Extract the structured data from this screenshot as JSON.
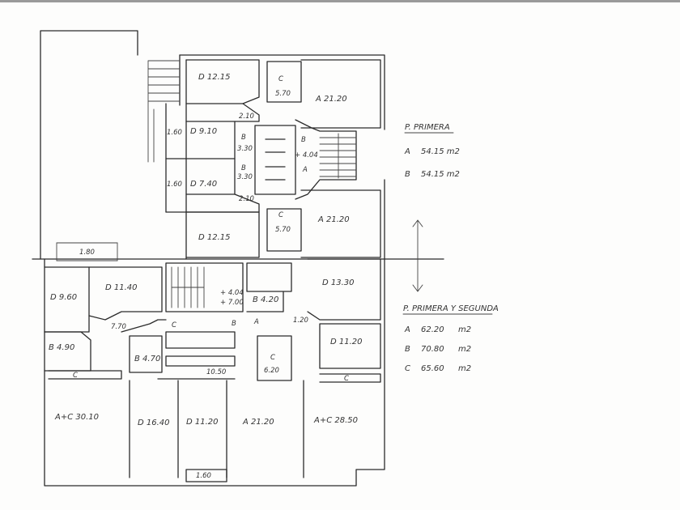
{
  "upper_floor": {
    "rooms": [
      {
        "id": "u-d-top",
        "text": "D  12.15"
      },
      {
        "id": "u-c-top",
        "text": "C"
      },
      {
        "id": "u-c-top-val",
        "text": "5.70"
      },
      {
        "id": "u-a-top",
        "text": "A  21.20"
      },
      {
        "id": "u-d-9",
        "text": "D  9.10"
      },
      {
        "id": "u-d-7",
        "text": "D  7.40"
      },
      {
        "id": "u-160a",
        "text": "1.60"
      },
      {
        "id": "u-160b",
        "text": "1.60"
      },
      {
        "id": "u-b1",
        "text": "B"
      },
      {
        "id": "u-b1-val",
        "text": "3.30"
      },
      {
        "id": "u-b2",
        "text": "B"
      },
      {
        "id": "u-b2-val",
        "text": "3.30"
      },
      {
        "id": "u-210a",
        "text": "2.10"
      },
      {
        "id": "u-210b",
        "text": "2.10"
      },
      {
        "id": "u-b-stair",
        "text": "B"
      },
      {
        "id": "u-stair-lvl",
        "text": "+ 4.04"
      },
      {
        "id": "u-a-mid",
        "text": "A"
      },
      {
        "id": "u-c-bot",
        "text": "C"
      },
      {
        "id": "u-c-bot-val",
        "text": "5.70"
      },
      {
        "id": "u-a-bot",
        "text": "A  21.20"
      },
      {
        "id": "u-d-bot",
        "text": "D  12.15"
      },
      {
        "id": "u-balcony",
        "text": "1.80"
      }
    ]
  },
  "lower_floor": {
    "rooms": [
      {
        "id": "l-d-960",
        "text": "D  9.60"
      },
      {
        "id": "l-d-1140",
        "text": "D  11.40"
      },
      {
        "id": "l-770",
        "text": "7.70"
      },
      {
        "id": "l-b-490",
        "text": "B  4.90"
      },
      {
        "id": "l-c-left",
        "text": "C"
      },
      {
        "id": "l-ac-3010",
        "text": "A+C  30.10"
      },
      {
        "id": "l-b-470",
        "text": "B  4.70"
      },
      {
        "id": "l-stair-1",
        "text": "+ 4.04"
      },
      {
        "id": "l-stair-2",
        "text": "+ 7.00"
      },
      {
        "id": "l-c-stair",
        "text": "C"
      },
      {
        "id": "l-b-stair",
        "text": "B"
      },
      {
        "id": "l-a-stair",
        "text": "A"
      },
      {
        "id": "l-1050",
        "text": "10.50"
      },
      {
        "id": "l-d-1640",
        "text": "D  16.40"
      },
      {
        "id": "l-d-1120",
        "text": "D  11.20"
      },
      {
        "id": "l-a-2120",
        "text": "A  21.20"
      },
      {
        "id": "l-b-420",
        "text": "B  4.20"
      },
      {
        "id": "l-c-620",
        "text": "C"
      },
      {
        "id": "l-c-620-val",
        "text": "6.20"
      },
      {
        "id": "l-120",
        "text": "1.20"
      },
      {
        "id": "l-d-1330",
        "text": "D  13.30"
      },
      {
        "id": "l-d-1120b",
        "text": "D  11.20"
      },
      {
        "id": "l-c-right",
        "text": "C"
      },
      {
        "id": "l-ac-2850",
        "text": "A+C  28.50"
      },
      {
        "id": "l-balcony",
        "text": "1.60"
      }
    ]
  },
  "legend_upper": {
    "title": "P. PRIMERA",
    "rows": [
      {
        "letter": "A",
        "value": "54.15 m2"
      },
      {
        "letter": "B",
        "value": "54.15 m2"
      }
    ]
  },
  "legend_lower": {
    "title": "P. PRIMERA Y SEGUNDA",
    "rows": [
      {
        "letter": "A",
        "value": "62.20",
        "unit": "m2"
      },
      {
        "letter": "B",
        "value": "70.80",
        "unit": "m2"
      },
      {
        "letter": "C",
        "value": "65.60",
        "unit": "m2"
      }
    ]
  }
}
